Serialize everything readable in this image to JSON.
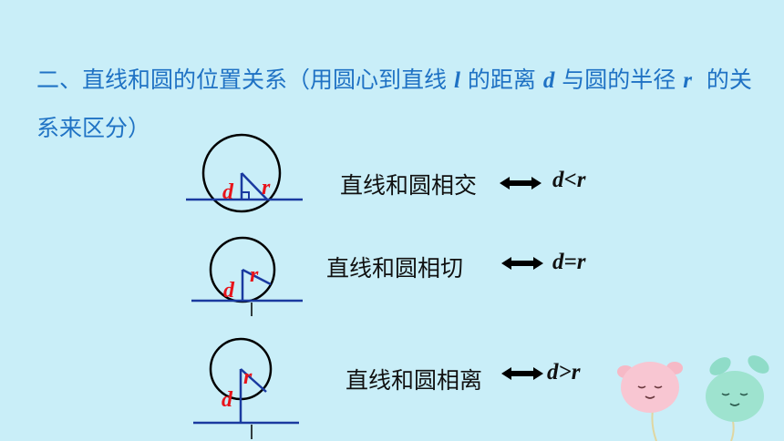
{
  "heading": {
    "part1": "二、直线和圆的位置关系（用圆心到直线",
    "var_l": "l",
    "part2": "的距离",
    "var_d": "d",
    "part3": "与圆的半径",
    "var_r": "r",
    "part4": "的关系来区分）"
  },
  "relations": [
    {
      "label": "直线和圆相交",
      "condition": "d<r"
    },
    {
      "label": "直线和圆相切",
      "condition": "d=r"
    },
    {
      "label": "直线和圆相离",
      "condition": "d>r"
    }
  ],
  "diagram_labels": {
    "d": "d",
    "r": "r"
  },
  "colors": {
    "background": "#c9eef8",
    "heading": "#1f72c4",
    "line": "#1a3aa0",
    "label": "#e8141b"
  },
  "decorations": [
    "pink-balloon-character",
    "green-balloon-character"
  ]
}
